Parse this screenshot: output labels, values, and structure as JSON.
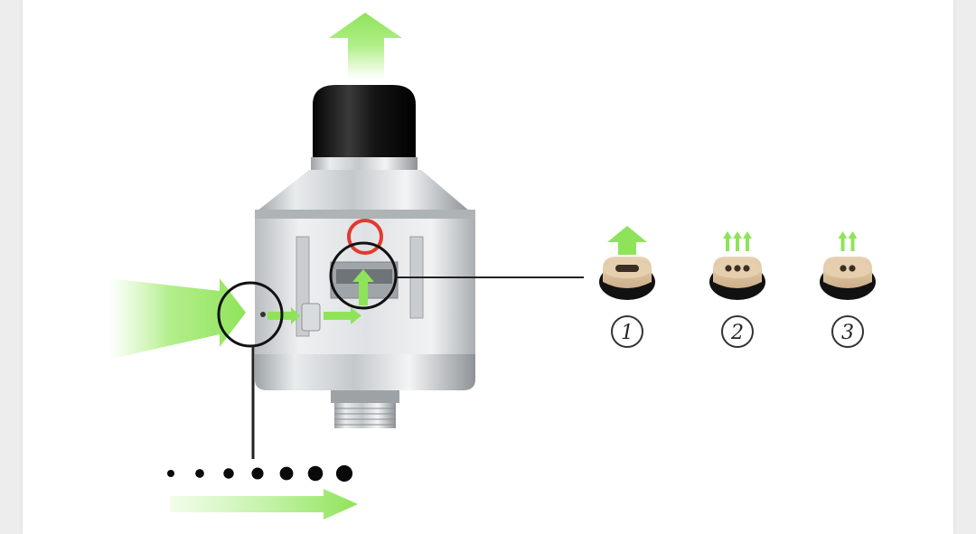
{
  "figure": {
    "variants": [
      {
        "label": "1",
        "holes": "slot",
        "arrows": 1
      },
      {
        "label": "2",
        "holes": 3,
        "arrows": 3
      },
      {
        "label": "3",
        "holes": 2,
        "arrows": 2
      }
    ],
    "airflow_dots": 7,
    "colors": {
      "arrow_green": "#8fe35a",
      "steel": "#c9cdd0",
      "drip_tip": "#1a1a1a",
      "insert_beige": "#dcc4a3",
      "oring_red": "#e03a2f"
    }
  }
}
